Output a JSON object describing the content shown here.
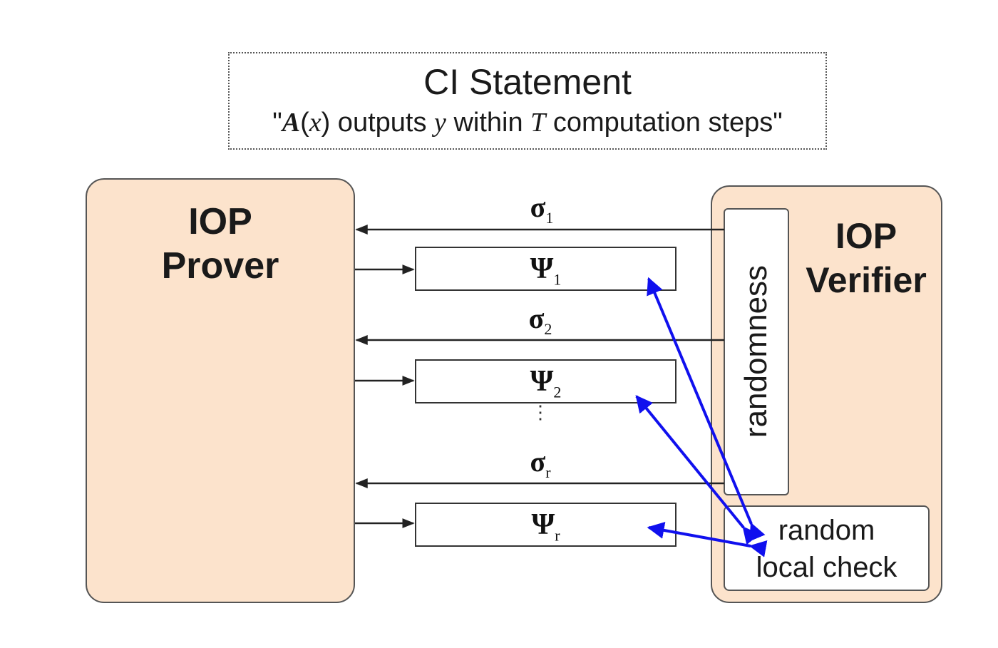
{
  "statement": {
    "title": "CI Statement",
    "quote_open": "\"",
    "sym_a": "A",
    "paren_open": "(",
    "sym_x": "x",
    "paren_close": ")",
    "text_outputs": " outputs ",
    "sym_y": "y",
    "text_within": " within ",
    "sym_t": "T",
    "text_steps": " computation steps",
    "quote_close": "\""
  },
  "prover": {
    "line1": "IOP",
    "line2": "Prover"
  },
  "verifier": {
    "line1": "IOP",
    "line2": "Verifier",
    "randomness": "randomness",
    "check_line1": "random",
    "check_line2": "local check"
  },
  "messages": [
    {
      "sym": "Ψ",
      "sub": "1"
    },
    {
      "sym": "Ψ",
      "sub": "2"
    },
    {
      "sym": "Ψ",
      "sub": "r"
    }
  ],
  "challenges": [
    {
      "sym": "σ",
      "sub": "1"
    },
    {
      "sym": "σ",
      "sub": "2"
    },
    {
      "sym": "σ",
      "sub": "r"
    }
  ],
  "ellipsis": "⋮",
  "colors": {
    "box_fill": "#fce3cc",
    "query_arrows": "#1010ee",
    "line": "#222222"
  }
}
